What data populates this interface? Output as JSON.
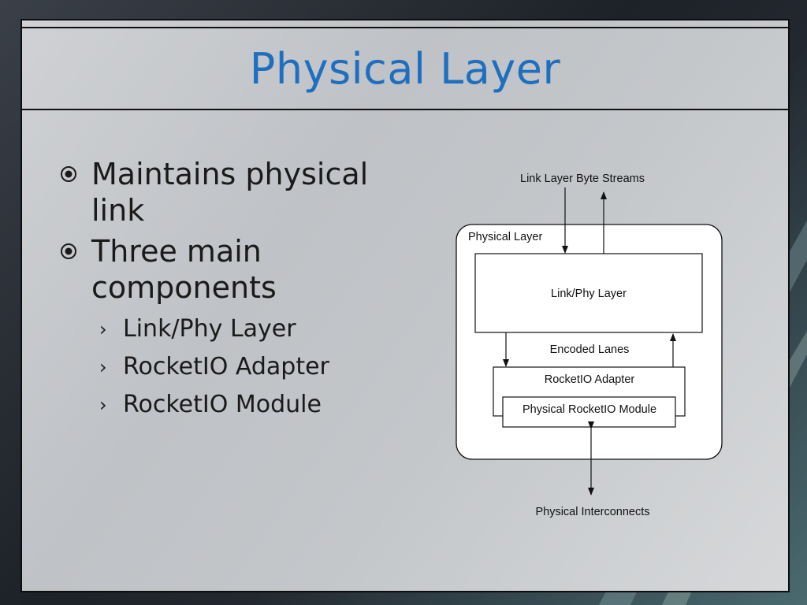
{
  "slide": {
    "title": "Physical Layer",
    "bullets": [
      {
        "text": "Maintains physical link",
        "lines": [
          "Maintains physical",
          "link"
        ]
      },
      {
        "text": "Three main components",
        "lines": [
          "Three main",
          "components"
        ],
        "sub": [
          "Link/Phy Layer",
          "RocketIO Adapter",
          "RocketIO Module"
        ]
      }
    ]
  },
  "diagram": {
    "top_label": "Link Layer Byte Streams",
    "outer_box_label": "Physical Layer",
    "link_phy_box": "Link/Phy Layer",
    "middle_label": "Encoded Lanes",
    "adapter_box": "RocketIO Adapter",
    "module_box": "Physical RocketIO Module",
    "bottom_label": "Physical Interconnects"
  },
  "colors": {
    "title": "#1e6fc0",
    "frame": "#0d0d0d"
  }
}
